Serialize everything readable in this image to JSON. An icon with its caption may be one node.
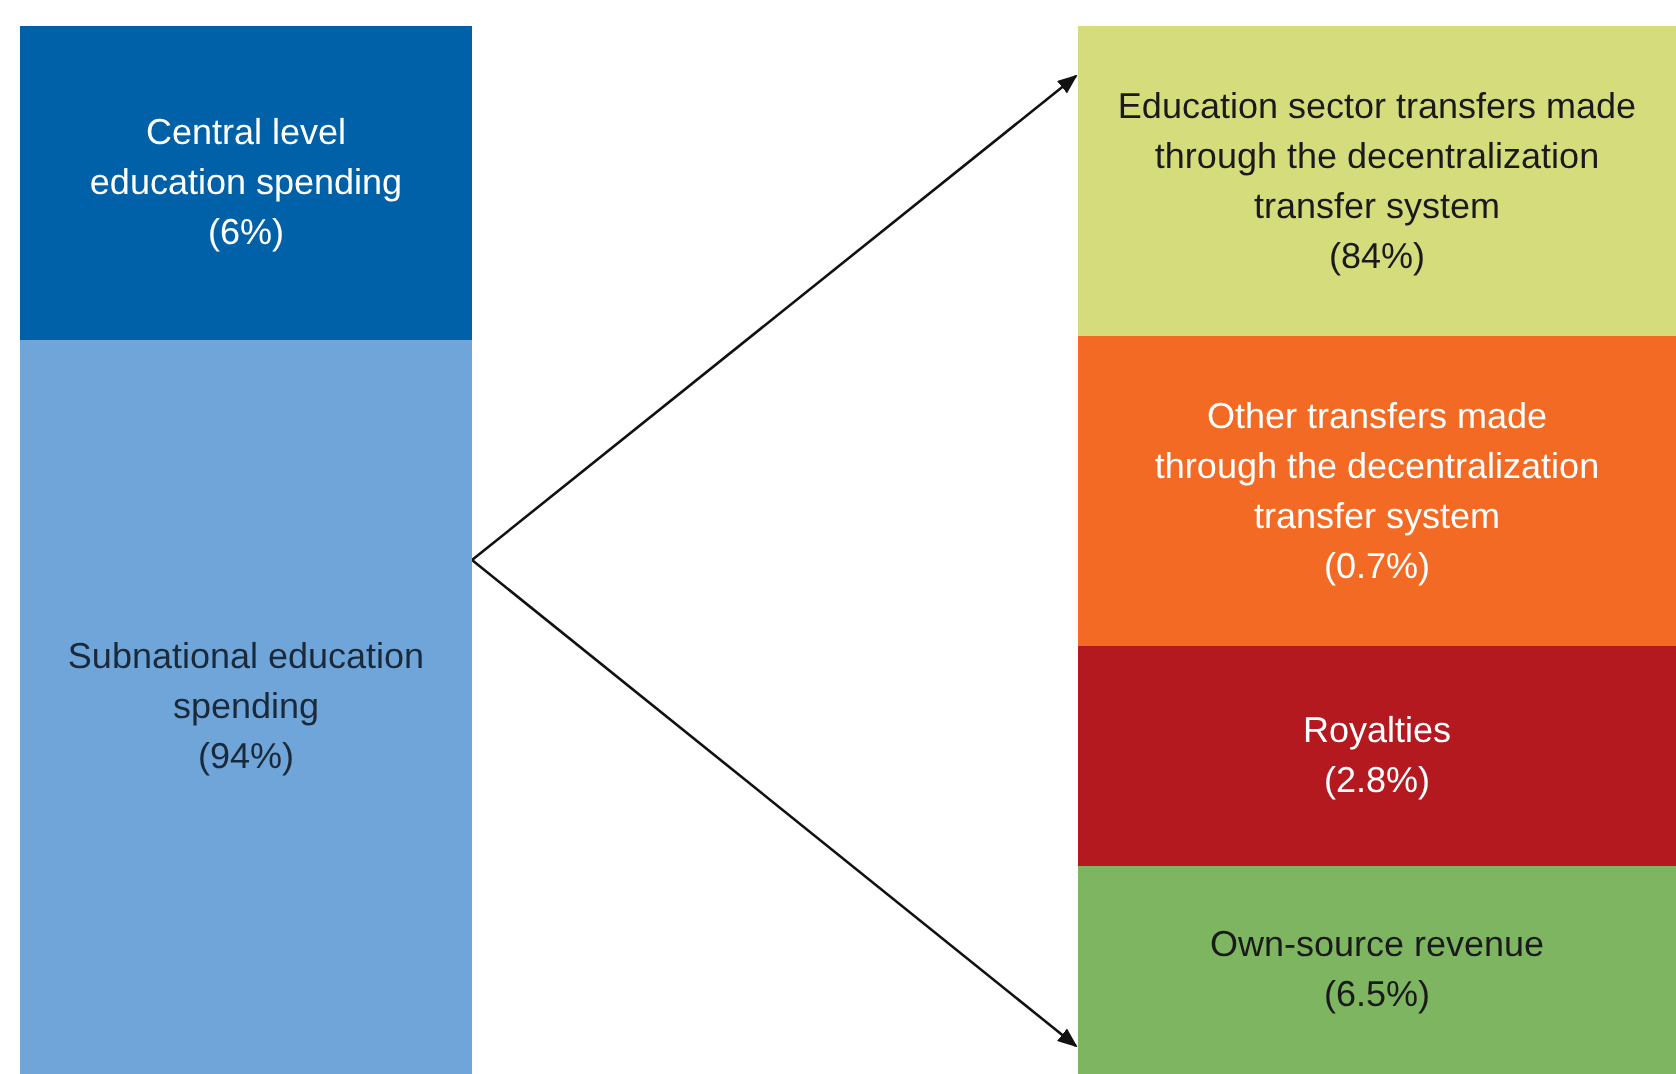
{
  "diagram": {
    "nodes": [
      {
        "text": [
          "Central level education spending",
          "(6%)"
        ]
      },
      {
        "text": [
          "Subnational education spending",
          "(94%)"
        ]
      },
      {
        "text": [
          "Education sector transfers made through the decentralization transfer system",
          "(84%)"
        ]
      },
      {
        "text": [
          "Other transfers made through the decentralization transfer system",
          "(0.7%)"
        ]
      },
      {
        "text": [
          "Royalties",
          "(2.8%)"
        ]
      },
      {
        "text": [
          "Own-source revenue",
          "(6.5%)"
        ]
      }
    ],
    "edges": [
      {
        "from": 1,
        "to": 2,
        "arrow": "to"
      },
      {
        "from": 1,
        "to": 5,
        "arrow": "to"
      }
    ]
  }
}
